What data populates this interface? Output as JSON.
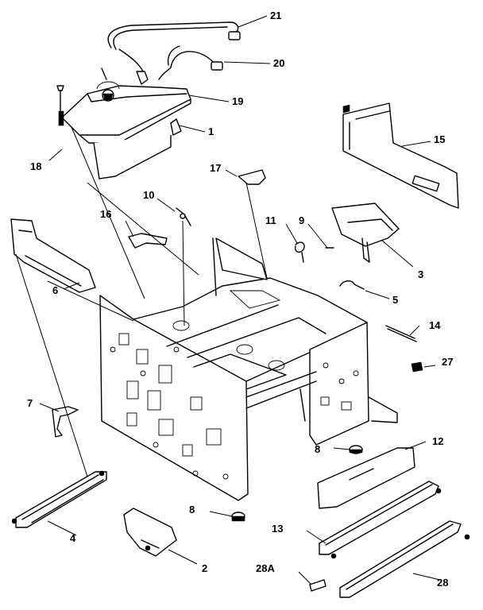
{
  "diagram": {
    "callouts": [
      {
        "id": "c21",
        "text": "21"
      },
      {
        "id": "c20",
        "text": "20"
      },
      {
        "id": "c19",
        "text": "19"
      },
      {
        "id": "c1",
        "text": "1"
      },
      {
        "id": "c18",
        "text": "18"
      },
      {
        "id": "c15",
        "text": "15"
      },
      {
        "id": "c17",
        "text": "17"
      },
      {
        "id": "c10",
        "text": "10"
      },
      {
        "id": "c16",
        "text": "16"
      },
      {
        "id": "c11",
        "text": "11"
      },
      {
        "id": "c9",
        "text": "9"
      },
      {
        "id": "c3",
        "text": "3"
      },
      {
        "id": "c6",
        "text": "6"
      },
      {
        "id": "c5",
        "text": "5"
      },
      {
        "id": "c14",
        "text": "14"
      },
      {
        "id": "c27",
        "text": "27"
      },
      {
        "id": "c7",
        "text": "7"
      },
      {
        "id": "c8a",
        "text": "8"
      },
      {
        "id": "c12",
        "text": "12"
      },
      {
        "id": "c8b",
        "text": "8"
      },
      {
        "id": "c4",
        "text": "4"
      },
      {
        "id": "c2",
        "text": "2"
      },
      {
        "id": "c13",
        "text": "13"
      },
      {
        "id": "c28a",
        "text": "28A"
      },
      {
        "id": "c28",
        "text": "28"
      }
    ]
  }
}
